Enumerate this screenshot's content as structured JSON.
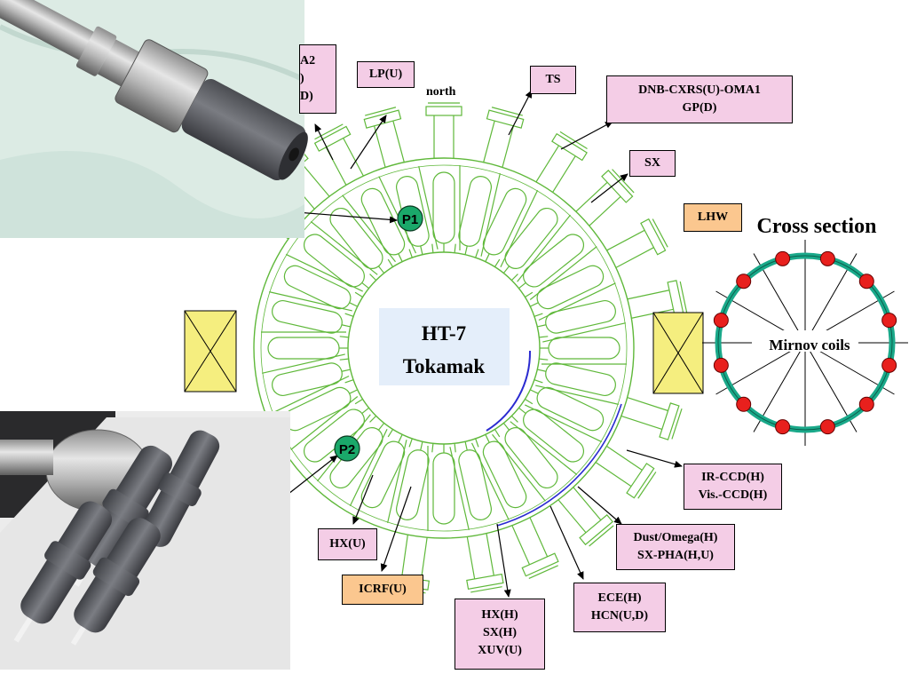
{
  "center": {
    "line1": "HT-7",
    "line2": "Tokamak"
  },
  "north_label": "north",
  "cross_section": {
    "title": "Cross section",
    "coil_label": "Mirnov coils"
  },
  "probes": {
    "p1": "P1",
    "p2": "P2"
  },
  "labels": {
    "oma2": [
      "A2",
      ")",
      "D)"
    ],
    "lp": "LP(U)",
    "ts": "TS",
    "dnb": [
      "DNB-CXRS(U)-OMA1",
      "GP(D)"
    ],
    "sx": "SX",
    "lhw": "LHW",
    "ir": [
      "IR-CCD(H)",
      "Vis.-CCD(H)"
    ],
    "dust": [
      "Dust/Omega(H)",
      "SX-PHA(H,U)"
    ],
    "ece": [
      "ECE(H)",
      "HCN(U,D)"
    ],
    "hxh": [
      "HX(H)",
      "SX(H)",
      "XUV(U)"
    ],
    "icrf": "ICRF(U)",
    "hxu": "HX(U)"
  },
  "colors": {
    "machine_line": "#5fb83a",
    "label_pink": "#f4cde6",
    "label_orange": "#fbc78f",
    "coil_box": "#f5ee7f",
    "ring_teal": "#1aa98a",
    "coil_red": "#e8201d",
    "probe_green": "#1aa86a",
    "center_box": "#e4eefa"
  }
}
